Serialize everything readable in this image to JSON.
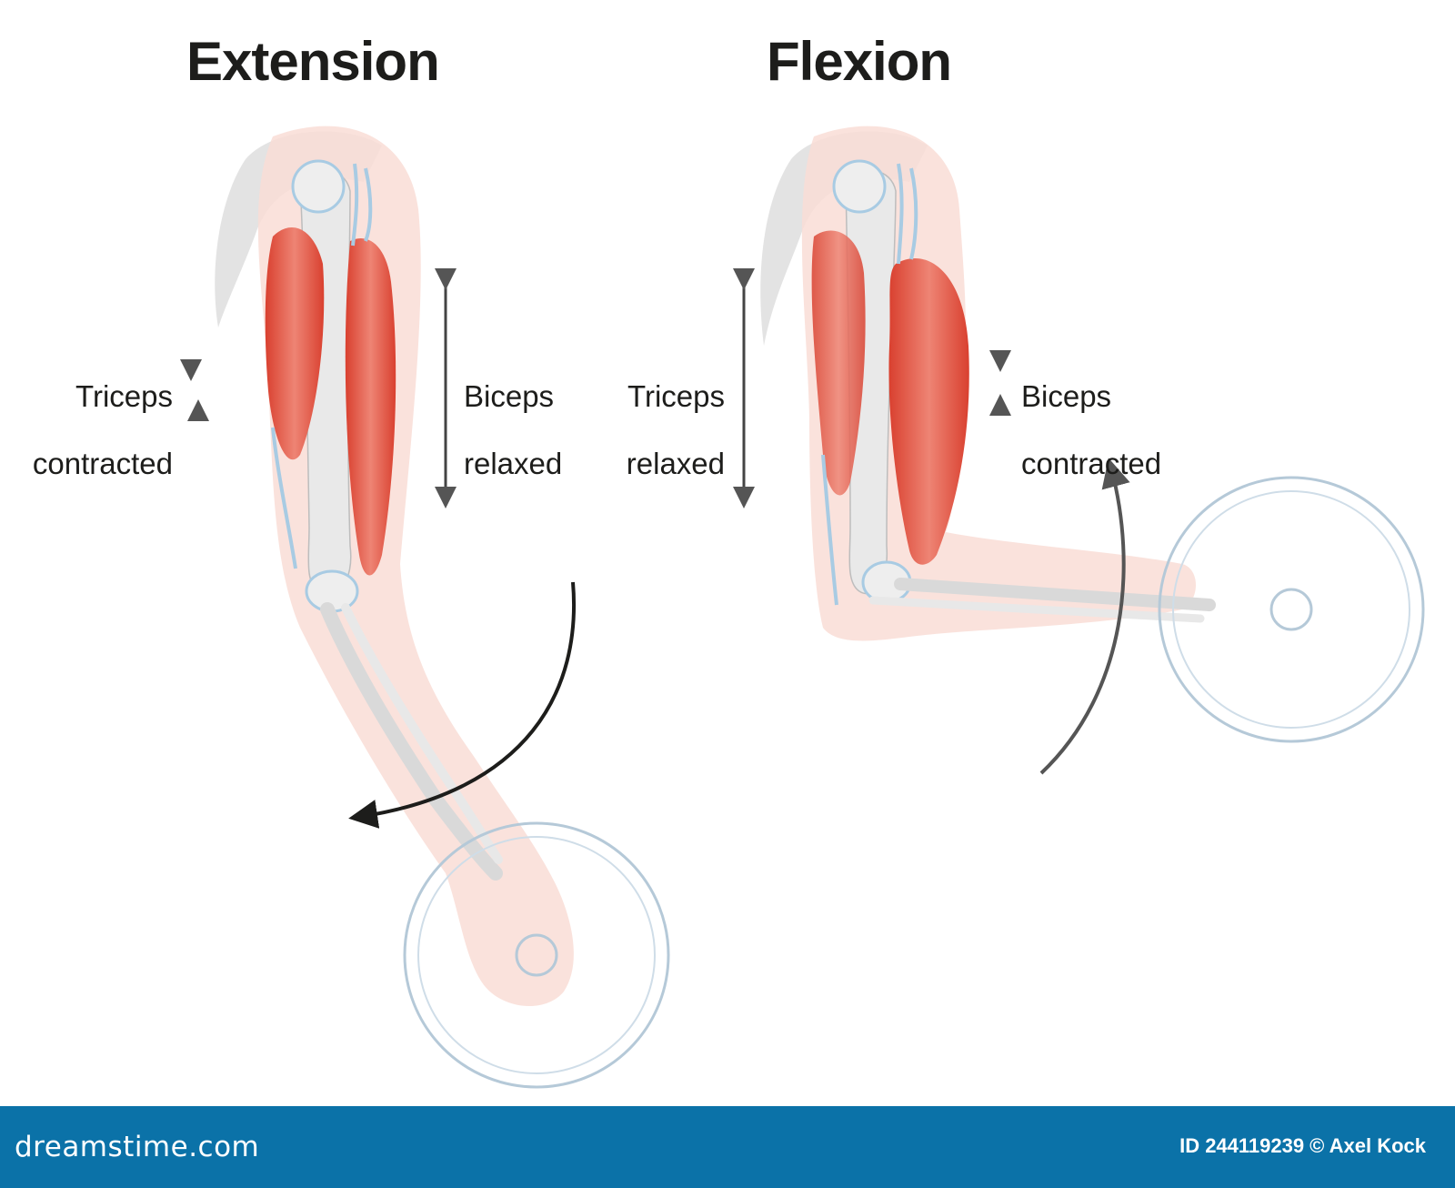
{
  "extension": {
    "title": "Extension",
    "triceps_label": [
      "Triceps",
      "contracted"
    ],
    "biceps_label": [
      "Biceps",
      "relaxed"
    ]
  },
  "flexion": {
    "title": "Flexion",
    "triceps_label": [
      "Triceps",
      "relaxed"
    ],
    "biceps_label": [
      "Biceps",
      "contracted"
    ]
  },
  "footer": {
    "brand": "dreamstime.com",
    "id_text": "ID 244119239",
    "copyright": "© Axel Kock"
  },
  "colors": {
    "muscle": "#e0533f",
    "muscle_light": "#f0998a",
    "skin": "#f9ddd6",
    "bone": "#e6e6e6",
    "tendon": "#a8cbe3",
    "arrow": "#444444",
    "footer_bg": "#0b72a8"
  }
}
